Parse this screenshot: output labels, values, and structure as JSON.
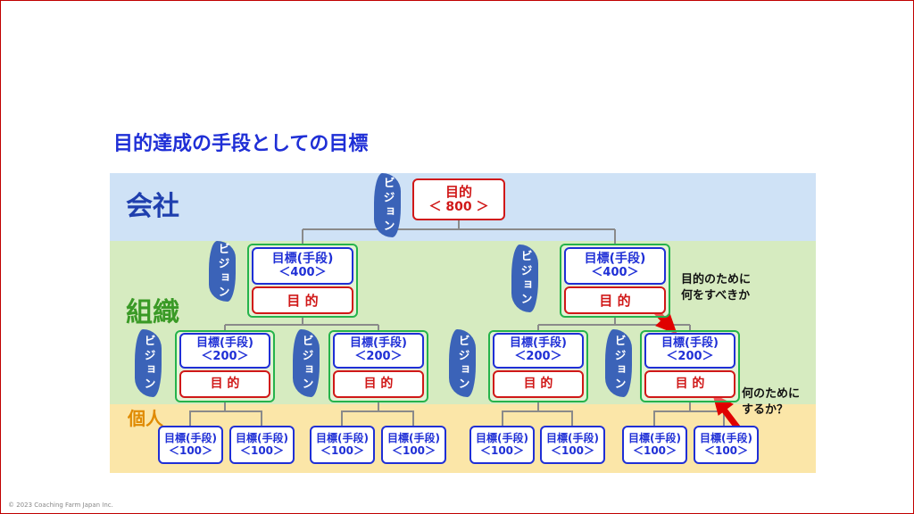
{
  "title": "目的達成の手段としての目標",
  "bands": {
    "company": "会社",
    "org": "組織",
    "person": "個人"
  },
  "vision_label": "ビジョン",
  "top": {
    "label": "目的",
    "value": "＜ 800 ＞"
  },
  "mid_node": {
    "label": "目標(手段)",
    "value": "＜400＞",
    "goal": "目 的"
  },
  "low_node": {
    "label": "目標(手段)",
    "value": "＜200＞",
    "goal": "目 的"
  },
  "leaf_node": {
    "label": "目標(手段)",
    "value": "＜100＞"
  },
  "notes": {
    "what_to_do": [
      "目的のために",
      "何をすべきか"
    ],
    "for_what": [
      "何のために",
      "するか？"
    ]
  },
  "copyright": "© 2023 Coaching Farm Japan Inc.",
  "colors": {
    "accent_blue": "#1f2fd6",
    "goal_red": "#d01818",
    "group_green": "#25b34b",
    "vision_blue": "#3b63b8",
    "arrow_red": "#e00000"
  }
}
